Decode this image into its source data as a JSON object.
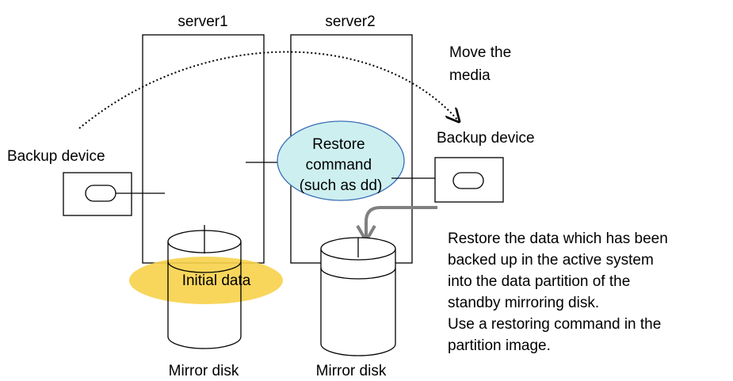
{
  "servers": {
    "left": {
      "label": "server1"
    },
    "right": {
      "label": "server2"
    }
  },
  "backup_devices": {
    "left": {
      "label": "Backup device"
    },
    "right": {
      "label": "Backup device"
    }
  },
  "move_note": [
    "Move the",
    "media"
  ],
  "restore_command": [
    "Restore",
    "command",
    "(such as dd)"
  ],
  "initial_data": "Initial data",
  "disks": {
    "left": {
      "label": "Mirror disk"
    },
    "right": {
      "label": "Mirror disk"
    }
  },
  "description": [
    "Restore the data which has been",
    "backed up in the active system",
    "into the data partition of the",
    "standby mirroring disk.",
    "Use a restoring command in the",
    "partition image."
  ],
  "colors": {
    "ellipse_fill": "#cdeff0",
    "highlight": "#f7d24a",
    "restore_arrow": "#808080"
  }
}
